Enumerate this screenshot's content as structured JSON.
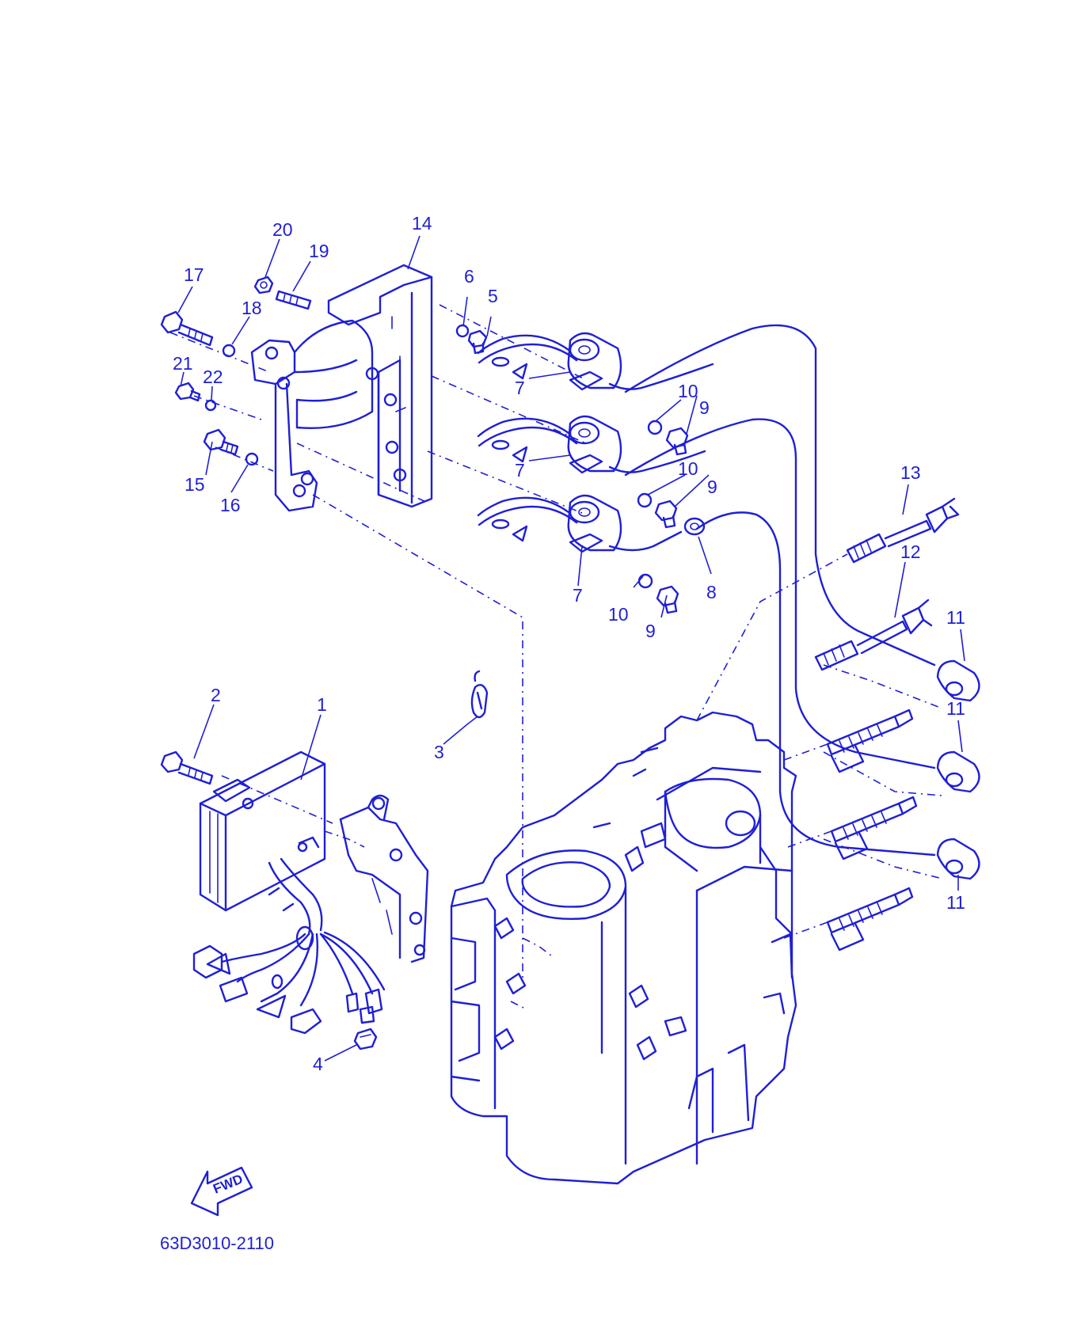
{
  "diagram": {
    "code": "63D3010-2110",
    "fwd_label": "FWD",
    "callouts": [
      "1",
      "2",
      "3",
      "4",
      "5",
      "6",
      "7",
      "7",
      "7",
      "8",
      "9",
      "9",
      "9",
      "10",
      "10",
      "10",
      "11",
      "11",
      "11",
      "12",
      "13",
      "14",
      "15",
      "16",
      "17",
      "18",
      "19",
      "20",
      "21",
      "22"
    ]
  },
  "colors": {
    "line": "#1f1fd6",
    "background": "#ffffff"
  }
}
